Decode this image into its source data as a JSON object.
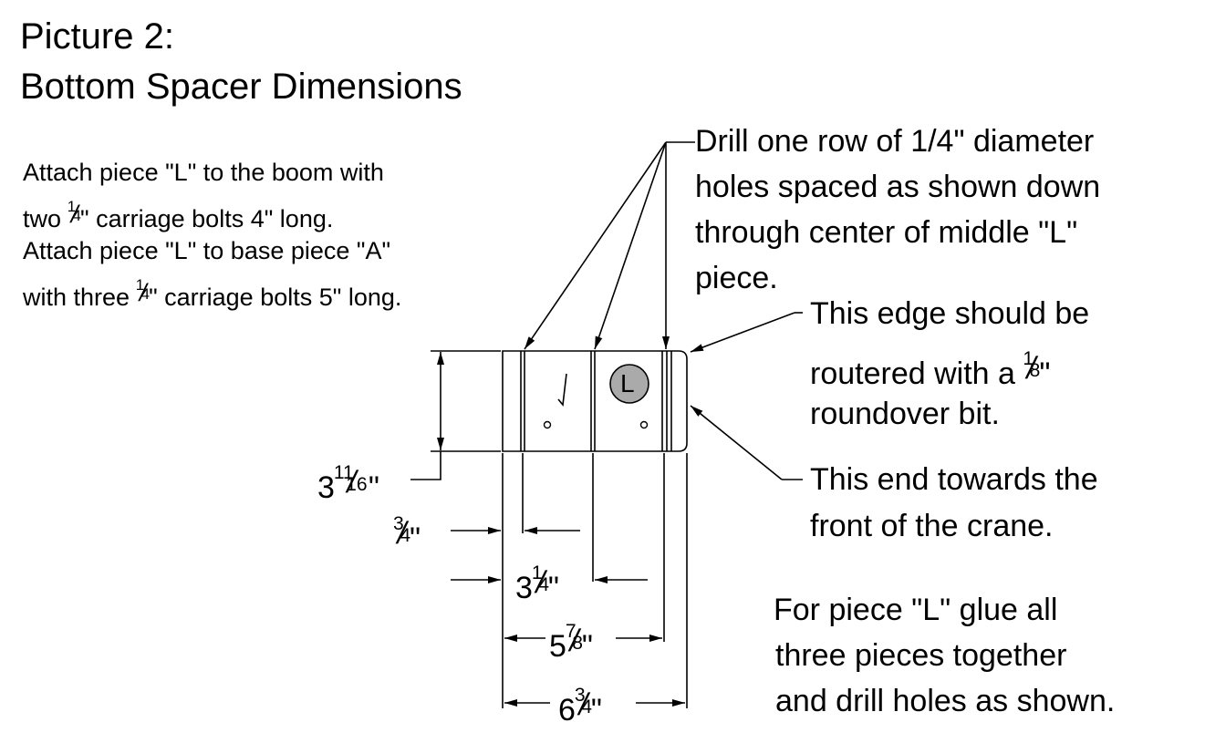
{
  "title": {
    "line1": "Picture 2:",
    "line2": "Bottom Spacer Dimensions"
  },
  "attach_notes": {
    "line1": "Attach piece \"L\" to the boom with",
    "line2_pre": "two ",
    "line2_post": "\" carriage bolts 4\" long.",
    "line3": "Attach piece \"L\" to base piece \"A\"",
    "line4_pre": "with three ",
    "line4_post": "\" carriage bolts 5\" long.",
    "frac_num": "1",
    "frac_den": "4"
  },
  "drill_note": {
    "line1": "Drill one row of 1/4\" diameter",
    "line2": "holes spaced as shown down",
    "line3": "through center of middle \"L\"",
    "line4": "piece."
  },
  "edge_note": {
    "line1": "This edge should be",
    "line2_pre": "routered with a ",
    "line2_post": "\"",
    "frac_num": "1",
    "frac_den": "8",
    "line3": "roundover bit."
  },
  "end_note": {
    "line1": "This end towards the",
    "line2": "front of the crane."
  },
  "glue_note": {
    "line1": "For piece \"L\" glue all",
    "line2": "three pieces together",
    "line3": "and drill holes as shown."
  },
  "piece_label": "L",
  "dimensions": {
    "height": {
      "whole": "3",
      "num": "11",
      "den": "16",
      "unit": "\""
    },
    "d1": {
      "whole": "",
      "num": "3",
      "den": "4",
      "unit": "\""
    },
    "d2": {
      "whole": "3",
      "num": "1",
      "den": "4",
      "unit": "\""
    },
    "d3": {
      "whole": "5",
      "num": "7",
      "den": "8",
      "unit": "\""
    },
    "d4": {
      "whole": "6",
      "num": "3",
      "den": "4",
      "unit": "\""
    }
  }
}
